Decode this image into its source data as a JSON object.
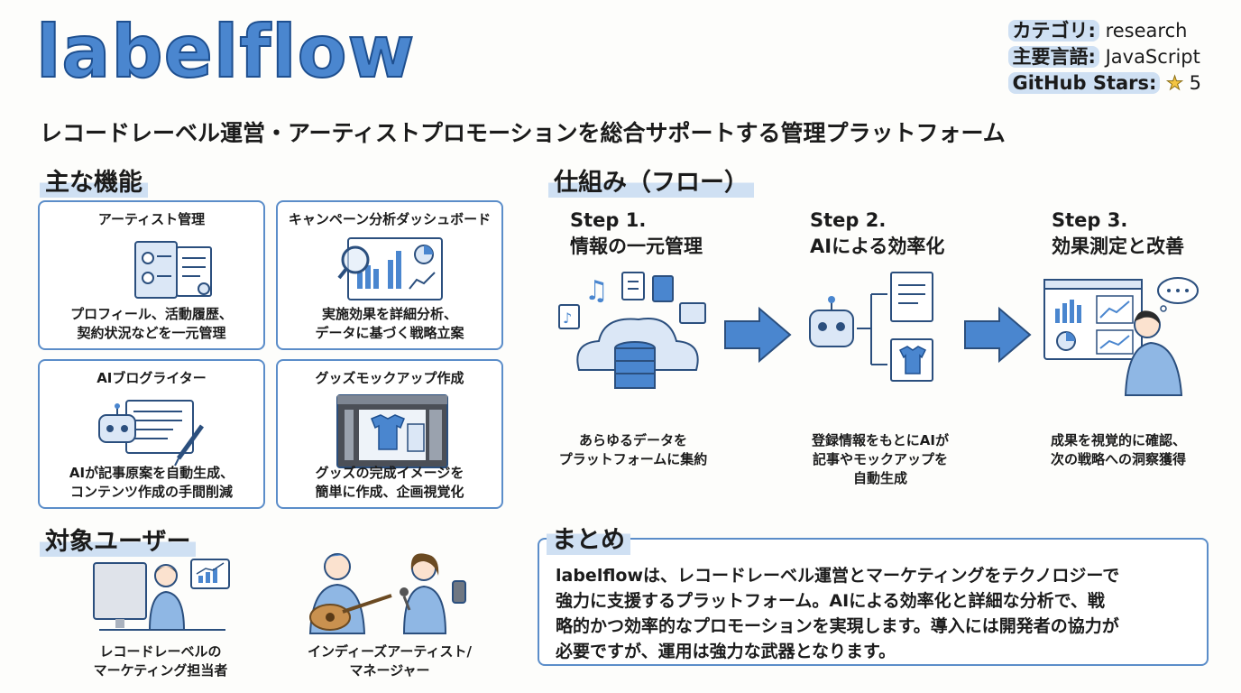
{
  "header": {
    "logo": "labelflow",
    "tagline": "レコードレーベル運営・アーティストプロモーションを総合サポートする管理プラットフォーム"
  },
  "meta": {
    "category_key": "カテゴリ:",
    "category_value": "research",
    "language_key": "主要言語:",
    "language_value": "JavaScript",
    "stars_key": "GitHub Stars:",
    "stars_value": "5"
  },
  "features": {
    "heading": "主な機能",
    "items": [
      {
        "title": "アーティスト管理",
        "desc_line1": "プロフィール、活動履歴、",
        "desc_line2": "契約状況などを一元管理",
        "icon": "profile-documents-icon"
      },
      {
        "title": "キャンペーン分析ダッシュボード",
        "desc_line1": "実施効果を詳細分析、",
        "desc_line2": "データに基づく戦略立案",
        "icon": "analytics-dashboard-icon"
      },
      {
        "title": "AIブログライター",
        "desc_line1": "AIが記事原案を自動生成、",
        "desc_line2": "コンテンツ作成の手間削減",
        "icon": "robot-writer-icon"
      },
      {
        "title": "グッズモックアップ作成",
        "desc_line1": "グッズの完成イメージを",
        "desc_line2": "簡単に作成、企画視覚化",
        "icon": "mockup-editor-icon"
      }
    ]
  },
  "users": {
    "heading": "対象ユーザー",
    "items": [
      {
        "line1": "レコードレーベルの",
        "line2": "マーケティング担当者",
        "icon": "marketer-at-computer-icon"
      },
      {
        "line1": "インディーズアーティスト/",
        "line2": "マネージャー",
        "icon": "musicians-icon"
      }
    ]
  },
  "flow": {
    "heading": "仕組み（フロー）",
    "steps": [
      {
        "label": "Step 1.",
        "title": "情報の一元管理",
        "desc_line1": "あらゆるデータを",
        "desc_line2": "プラットフォームに集約",
        "desc_line3": "",
        "icon": "cloud-database-icon"
      },
      {
        "label": "Step 2.",
        "title": "AIによる効率化",
        "desc_line1": "登録情報をもとにAIが",
        "desc_line2": "記事やモックアップを",
        "desc_line3": "自動生成",
        "icon": "robot-generation-icon"
      },
      {
        "label": "Step 3.",
        "title": "効果測定と改善",
        "desc_line1": "成果を視覚的に確認、",
        "desc_line2": "次の戦略への洞察獲得",
        "desc_line3": "",
        "icon": "analyst-dashboard-icon"
      }
    ]
  },
  "summary": {
    "heading": "まとめ",
    "line1": "labelflowは、レコードレーベル運営とマーケティングをテクノロジーで",
    "line2": "強力に支援するプラットフォーム。AIによる効率化と詳細な分析で、戦",
    "line3": "略的かつ効率的なプロモーションを実現します。導入には開発者の協力が",
    "line4": "必要ですが、運用は強力な武器となります。"
  },
  "colors": {
    "accent": "#4a86cf",
    "outline": "#5b8dc9",
    "highlight": "#cfe0f3",
    "star": "#f4c542"
  }
}
